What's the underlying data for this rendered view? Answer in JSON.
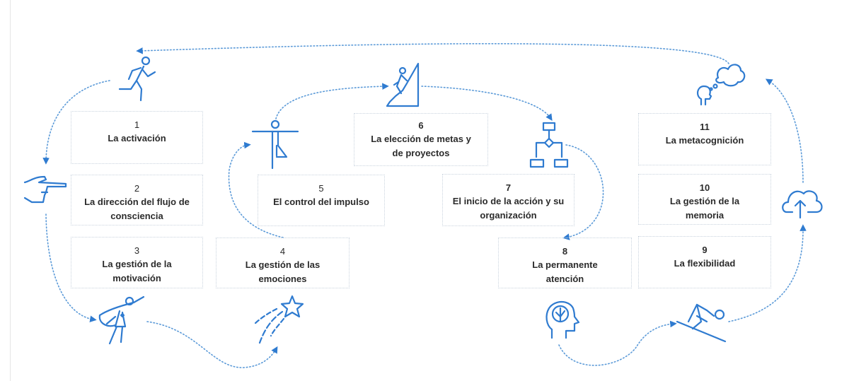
{
  "colors": {
    "accent": "#2f7bd0",
    "text": "#2b2b2b",
    "box_border": "#c9d3de"
  },
  "steps": [
    {
      "number": "1",
      "label": "La activación",
      "icon": "runner-icon"
    },
    {
      "number": "2",
      "label": "La dirección del flujo de consciencia",
      "icon": "pointing-hand-icon"
    },
    {
      "number": "3",
      "label": "La gestión de la motivación",
      "icon": "superhero-icon"
    },
    {
      "number": "4",
      "label": "La gestión de las emociones",
      "icon": "shooting-star-icon"
    },
    {
      "number": "5",
      "label": "El control del impulso",
      "icon": "yoga-pose-icon"
    },
    {
      "number": "6",
      "label": "La elección de metas y de proyectos",
      "icon": "climber-icon"
    },
    {
      "number": "7",
      "label": "El inicio de la acción y su organización",
      "icon": "flowchart-icon"
    },
    {
      "number": "8",
      "label": "La permanente atención",
      "icon": "brain-head-icon"
    },
    {
      "number": "9",
      "label": "La flexibilidad",
      "icon": "skier-icon"
    },
    {
      "number": "10",
      "label": "La gestión de la memoria",
      "icon": "cloud-upload-icon"
    },
    {
      "number": "11",
      "label": "La metacognición",
      "icon": "thought-bubble-icon"
    }
  ]
}
